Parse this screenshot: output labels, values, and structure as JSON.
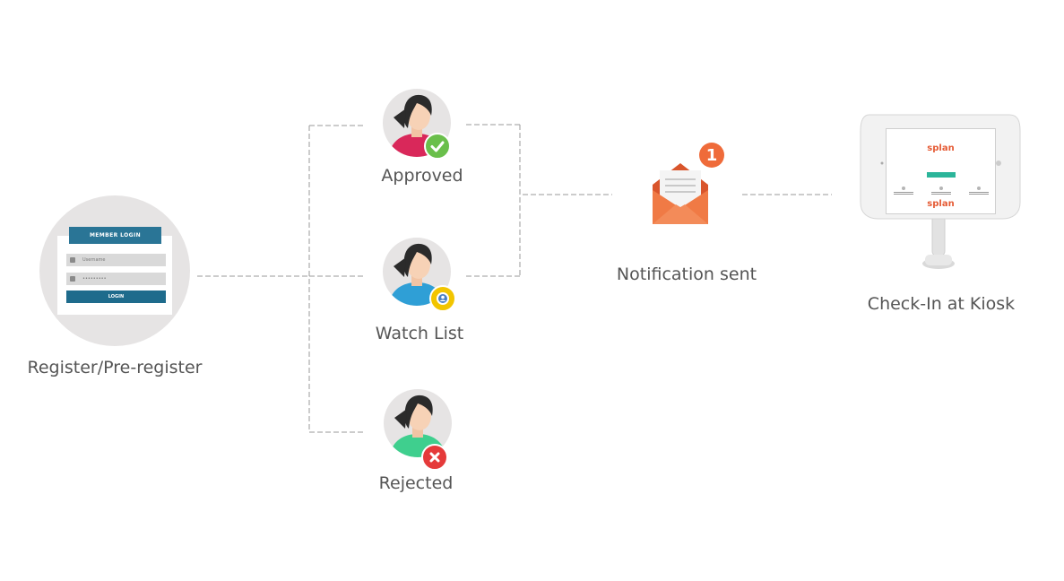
{
  "nodes": {
    "register": {
      "label": "Register/Pre-register"
    },
    "approved": {
      "label": "Approved"
    },
    "watch_list": {
      "label": "Watch List"
    },
    "rejected": {
      "label": "Rejected"
    },
    "notification": {
      "label": "Notification sent",
      "badge_count": "1"
    },
    "kiosk": {
      "label": "Check-In at Kiosk",
      "brand": "splan"
    }
  },
  "login_form": {
    "title": "MEMBER LOGIN",
    "username_placeholder": "Username",
    "password_mask": "•••••••••",
    "button_label": "LOGIN"
  },
  "icons": {
    "approved_badge": "check-icon",
    "watch_list_badge": "eye-icon",
    "rejected_badge": "x-icon",
    "notification": "envelope-icon"
  },
  "colors": {
    "connector": "#9a9a9a",
    "approved": "#6abf4b",
    "watch": "#f2c500",
    "rejected": "#e53a3a",
    "accent": "#ef6b3a",
    "login_header": "#2a7596"
  }
}
